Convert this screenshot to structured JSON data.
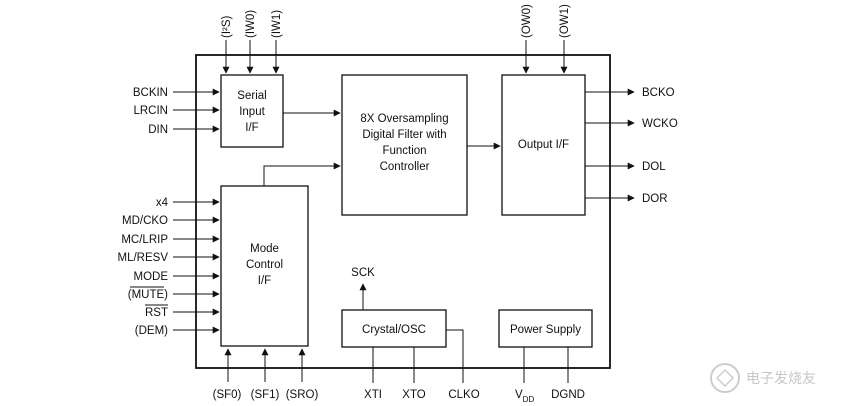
{
  "blocks": {
    "serial_input": [
      "Serial",
      "Input",
      "I/F"
    ],
    "filter": [
      "8X Oversampling",
      "Digital Filter with",
      "Function",
      "Controller"
    ],
    "output": [
      "Output I/F"
    ],
    "mode_control": [
      "Mode",
      "Control",
      "I/F"
    ],
    "crystal": [
      "Crystal/OSC"
    ],
    "power": [
      "Power Supply"
    ]
  },
  "top_pins": {
    "i2s": "(I²S)",
    "iw0": "(IW0)",
    "iw1": "(IW1)",
    "ow0": "(OW0)",
    "ow1": "(OW1)"
  },
  "left_pins": {
    "serial": [
      "BCKIN",
      "LRCIN",
      "DIN"
    ],
    "mode": [
      "x4",
      "MD/CKO",
      "MC/LRIP",
      "ML/RESV",
      "MODE",
      "(MUTE)",
      "RST",
      "(DEM)"
    ]
  },
  "right_pins": [
    "BCKO",
    "WCKO",
    "DOL",
    "DOR"
  ],
  "bottom_pins": {
    "sf0": "(SF0)",
    "sf1": "(SF1)",
    "sro": "(SRO)",
    "xti": "XTI",
    "xto": "XTO",
    "clko": "CLKO",
    "vdd_main": "V",
    "vdd_sub": "DD",
    "dgnd": "DGND"
  },
  "sck_label": "SCK",
  "watermark": "电子发烧友"
}
